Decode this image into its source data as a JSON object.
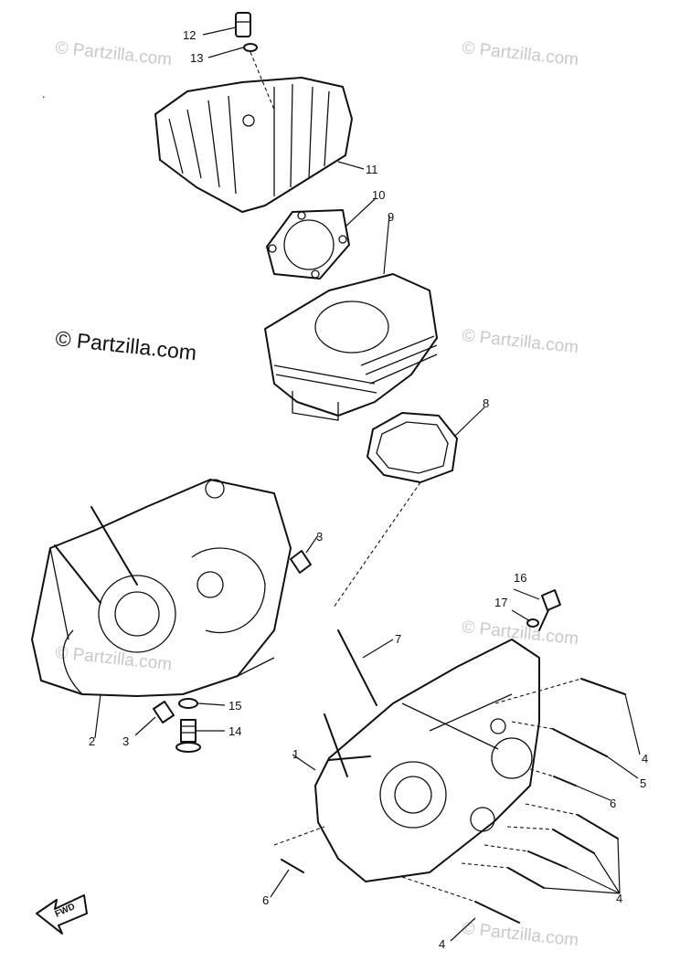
{
  "watermark": {
    "main": "© Partzilla.com",
    "faint": "© Partzilla.com"
  },
  "fwd_label": "FWD",
  "callouts": [
    "1",
    "2",
    "3",
    "3",
    "4",
    "4",
    "4",
    "5",
    "6",
    "6",
    "7",
    "8",
    "9",
    "10",
    "11",
    "12",
    "13",
    "14",
    "15",
    "16",
    "17"
  ],
  "colors": {
    "line": "#111111",
    "watermark": "#c9c9c9",
    "background": "#ffffff"
  }
}
